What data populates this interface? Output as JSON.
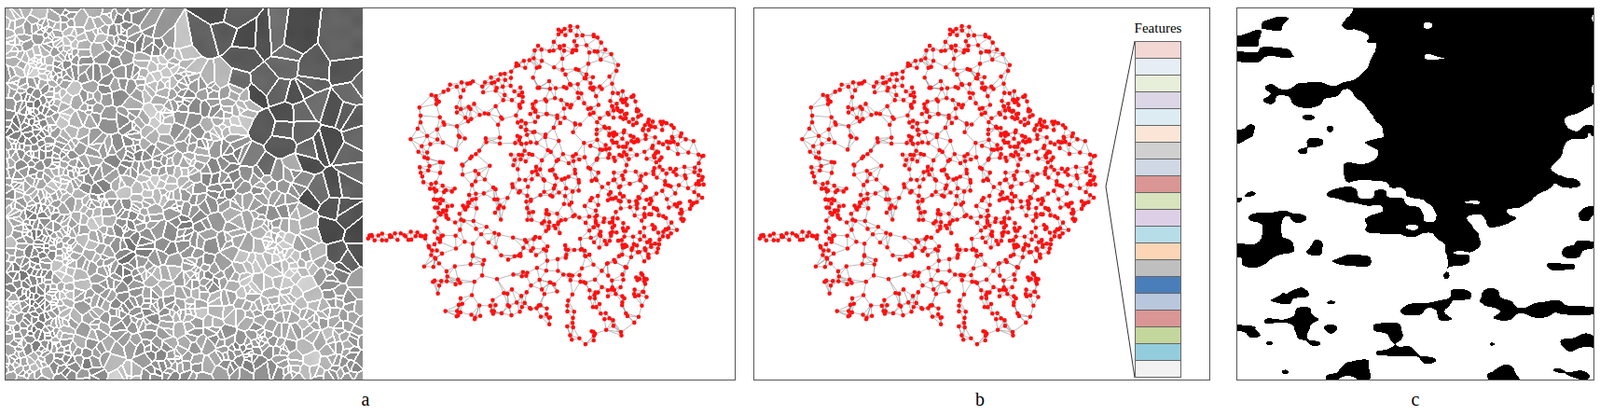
{
  "diagram": {
    "nodes": [
      {
        "text": [
          "Features"
        ]
      }
    ],
    "labels": [
      "a",
      "b",
      "c"
    ]
  }
}
